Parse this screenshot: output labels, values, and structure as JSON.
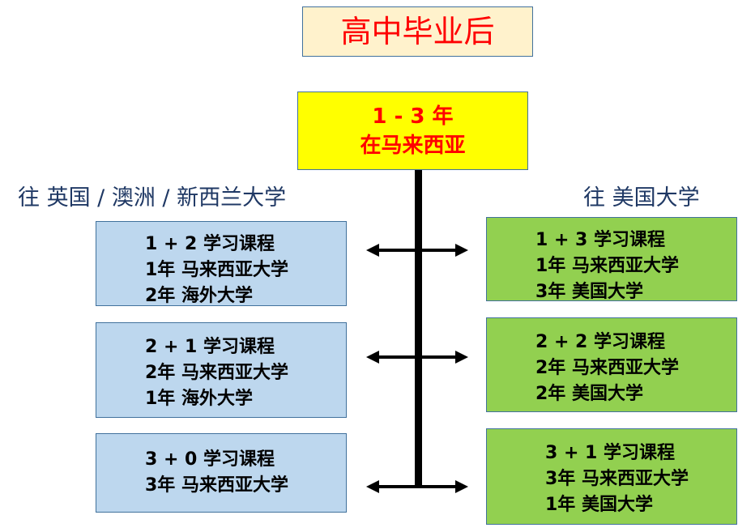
{
  "title": "高中毕业后",
  "top": {
    "line1": "1 - 3 年",
    "line2": "在马来西亚"
  },
  "left_header": "往 英国 / 澳洲 / 新西兰大学",
  "right_header": "往 美国大学",
  "left_boxes": [
    {
      "lines": [
        "1 + 2 学习课程",
        "1年 马来西亚大学",
        "2年 海外大学"
      ]
    },
    {
      "lines": [
        "2 + 1 学习课程",
        "2年 马来西亚大学",
        "1年 海外大学"
      ]
    },
    {
      "lines": [
        "3 + 0 学习课程",
        "3年 马来西亚大学"
      ]
    }
  ],
  "right_boxes": [
    {
      "lines": [
        "1 + 3 学习课程",
        "1年 马来西亚大学",
        "3年 美国大学"
      ]
    },
    {
      "lines": [
        "2 + 2 学习课程",
        "2年 马来西亚大学",
        "2年 美国大学"
      ]
    },
    {
      "lines": [
        "3 + 1 学习课程",
        "3年 马来西亚大学",
        "1年 美国大学"
      ]
    }
  ],
  "colors": {
    "title_bg": "#FFF2CC",
    "top_bg": "#FFFF00",
    "left_bg": "#BDD7EE",
    "right_bg": "#92D050",
    "accent": "#FF0000"
  }
}
